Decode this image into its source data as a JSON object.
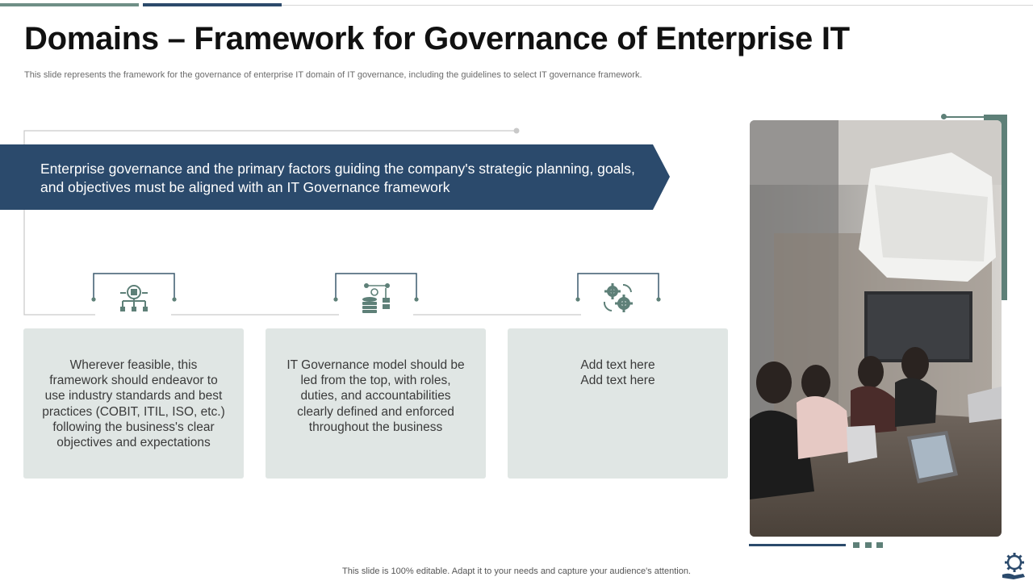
{
  "slide": {
    "title": "Domains – Framework for Governance of Enterprise IT",
    "subtitle": "This slide represents the framework for the governance of enterprise IT domain of IT governance, including the guidelines to select IT governance framework.",
    "footer": "This slide is 100% editable. Adapt it to your needs and capture your audience's attention."
  },
  "banner": {
    "text": "Enterprise governance and the primary factors guiding the company's strategic planning, goals, and objectives must be aligned with an IT Governance framework"
  },
  "cards": [
    {
      "icon": "circuit-chip-icon",
      "lines": [
        "Wherever feasible, this",
        "framework should endeavor to",
        "use industry standards and best",
        "practices (COBIT, ITIL, ISO, etc.)",
        "following the business's clear",
        "objectives and expectations"
      ]
    },
    {
      "icon": "database-network-icon",
      "lines": [
        "IT Governance model should be",
        "led from the top, with roles,",
        "duties, and accountabilities",
        "clearly defined and enforced",
        "throughout the business"
      ]
    },
    {
      "icon": "gears-cycle-icon",
      "lines": [
        "Add text here",
        "Add text here"
      ]
    }
  ],
  "colors": {
    "navy": "#2b4a6c",
    "sage": "#5e8078",
    "card_bg": "#e0e6e4"
  }
}
